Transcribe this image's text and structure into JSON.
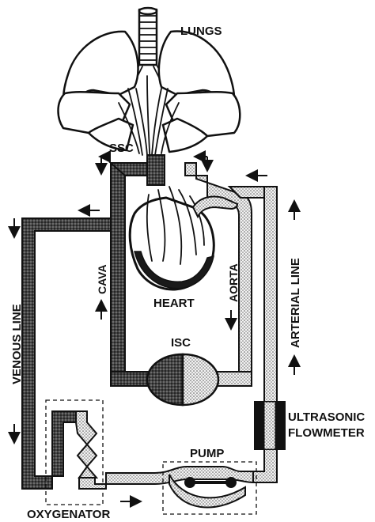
{
  "labels": {
    "lungs": "LUNGS",
    "ssc": "SSC",
    "cava": "CAVA",
    "aorta": "AORTA",
    "heart": "HEART",
    "isc": "ISC",
    "venous_line": "VENOUS LINE",
    "arterial_line": "ARTERIAL LINE",
    "ultrasonic": "ULTRASONIC",
    "flowmeter": "FLOWMETER",
    "pump": "PUMP",
    "oxygenator": "OXYGENATOR"
  },
  "colors": {
    "venous_fill": "#2a2a2a",
    "arterial_fill": "#d9d9d9",
    "outline": "#111111"
  }
}
